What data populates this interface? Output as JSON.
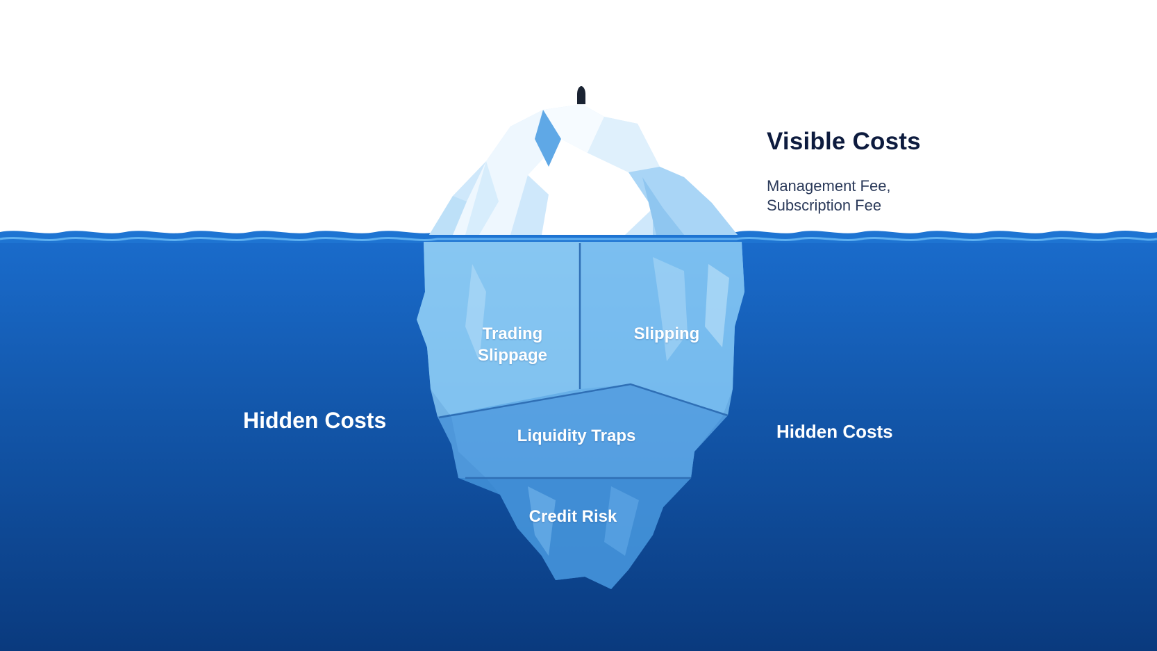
{
  "visible": {
    "title": "Visible Costs",
    "items_line1": "Management Fee,",
    "items_line2": "Subscription Fee"
  },
  "hidden": {
    "left_label": "Hidden Costs",
    "right_label": "Hidden Costs"
  },
  "iceberg_sections": {
    "trading_line1": "Trading",
    "trading_line2": "Slippage",
    "slipping": "Slipping",
    "liquidity": "Liquidity Traps",
    "credit": "Credit Risk"
  },
  "colors": {
    "sky": "#ffffff",
    "water_top": "#1565c0",
    "water_bottom": "#0b3f86",
    "ice_light": "#e8f4fd",
    "ice_mid": "#7ec0ee",
    "ice_deep": "#3f8fd6",
    "title_text": "#0d1b3e"
  }
}
